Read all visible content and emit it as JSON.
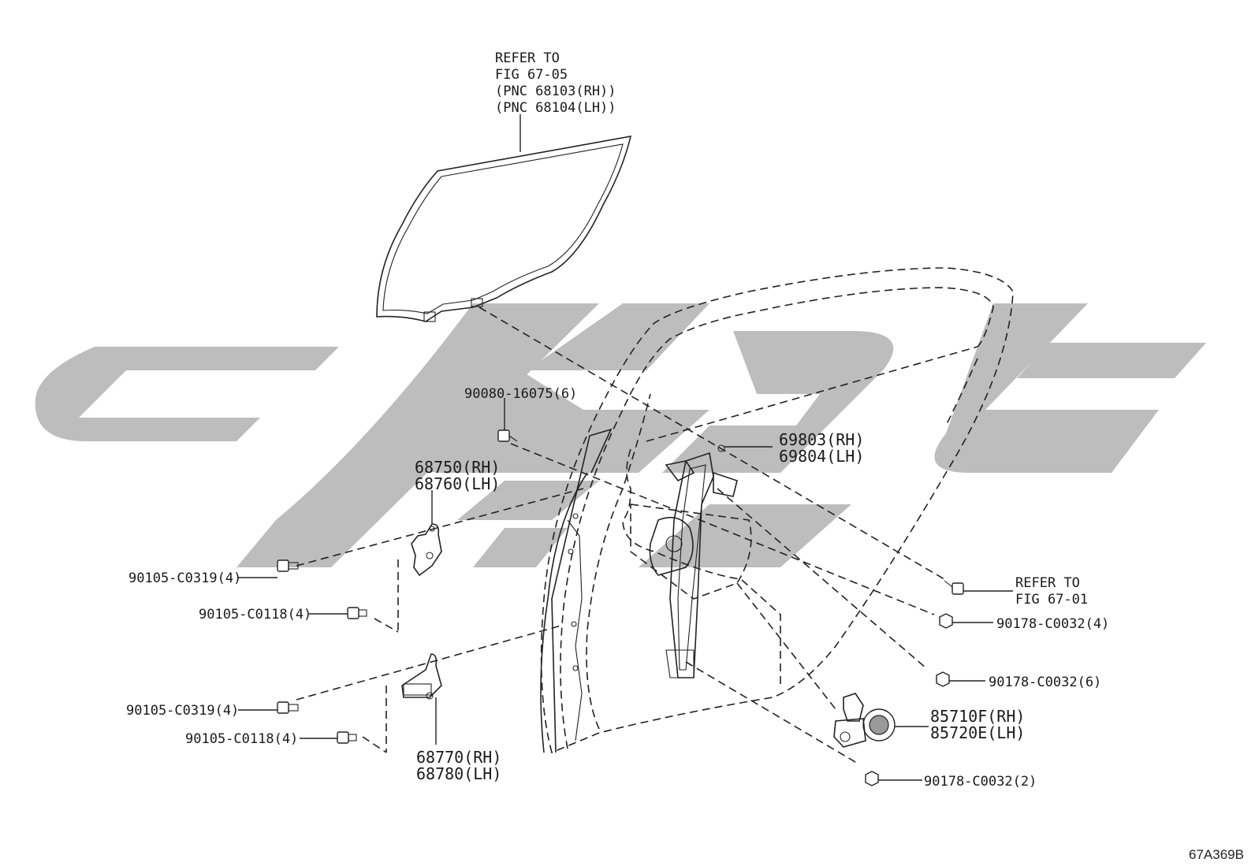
{
  "figure_code": "67A369B",
  "labels": {
    "glass_ref": [
      "REFER TO",
      "FIG 67-05",
      "(PNC 68103(RH))",
      "(PNC 68104(LH))"
    ],
    "screw_90080": "90080-16075(6)",
    "regulator_rh": "69803(RH)",
    "regulator_lh": "69804(LH)",
    "upper_hinge_rh": "68750(RH)",
    "upper_hinge_lh": "68760(LH)",
    "lower_hinge_rh": "68770(RH)",
    "lower_hinge_lh": "68780(LH)",
    "bolt_upper_c0319": "90105-C0319(4)",
    "bolt_upper_c0118": "90105-C0118(4)",
    "bolt_lower_c0319": "90105-C0319(4)",
    "bolt_lower_c0118": "90105-C0118(4)",
    "fig_ref_1": "REFER TO",
    "fig_ref_2": "FIG 67-01",
    "nut_4": "90178-C0032(4)",
    "nut_6": "90178-C0032(6)",
    "nut_2": "90178-C0032(2)",
    "motor_rh": "85710F(RH)",
    "motor_lh": "85720E(LH)"
  },
  "colors": {
    "line": "#222222",
    "watermark": "#bdbdbd",
    "background": "#ffffff"
  }
}
